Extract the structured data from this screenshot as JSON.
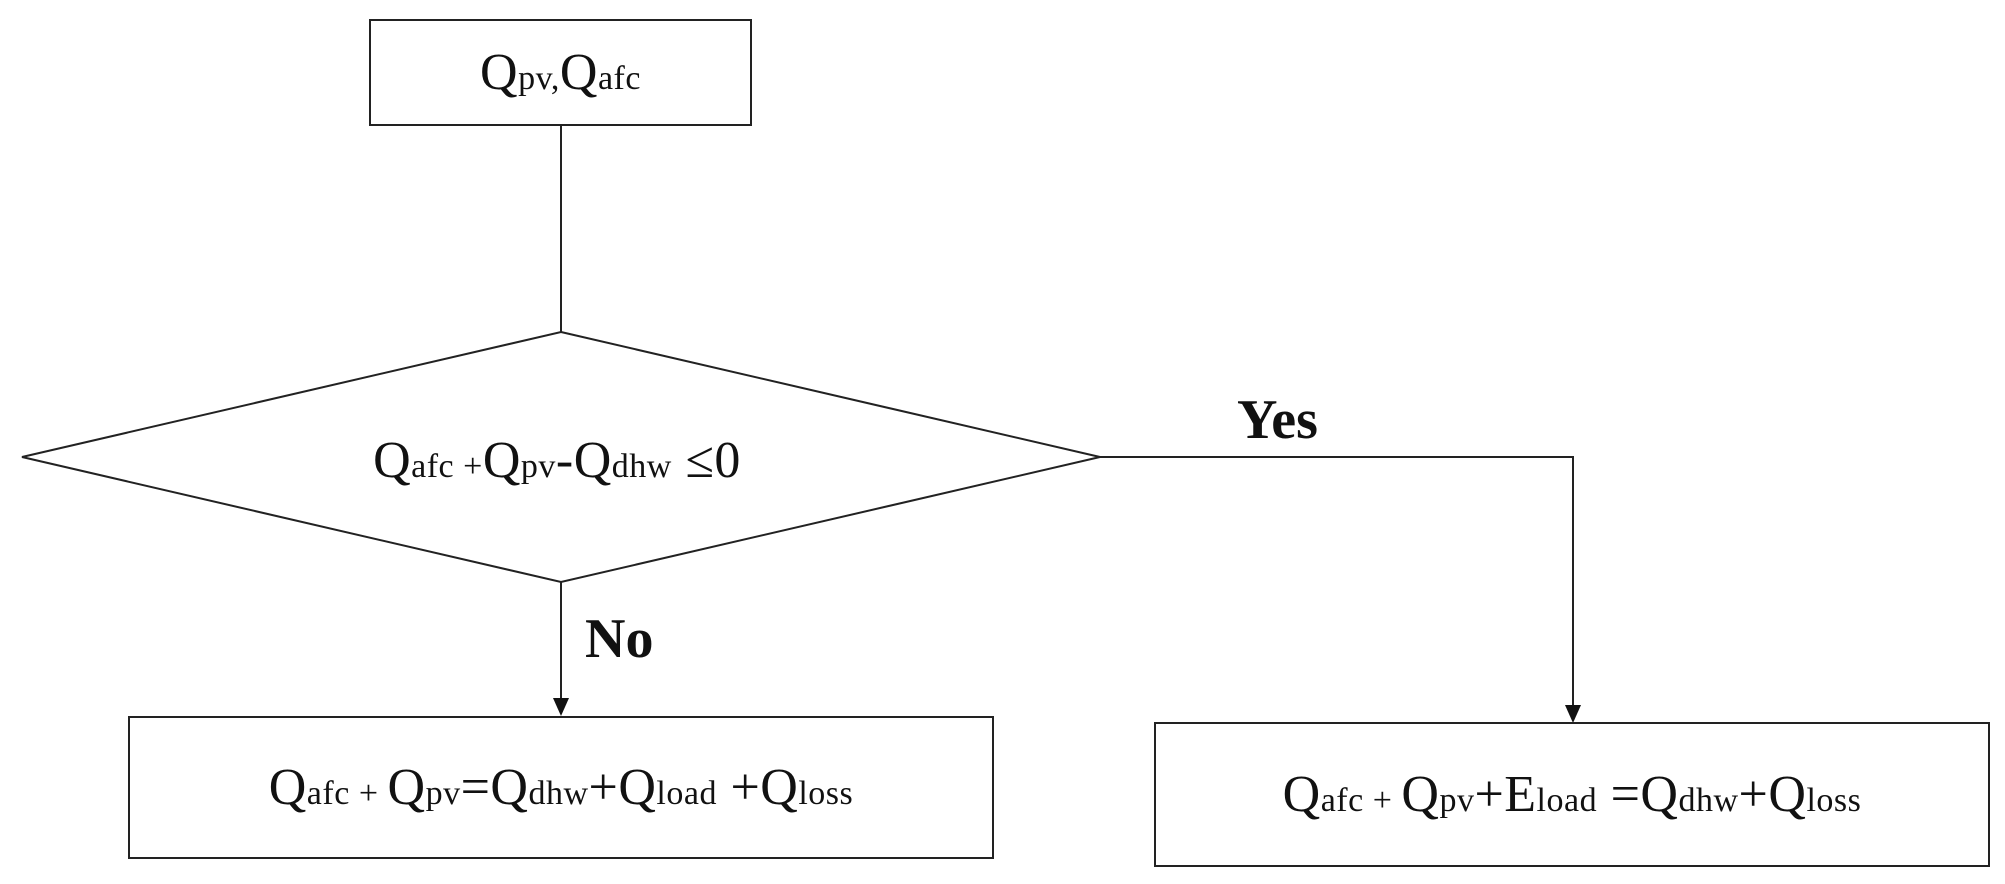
{
  "start_box": {
    "q1": "Q",
    "s1": "pv,",
    "q2": "Q",
    "s2": "afc"
  },
  "decision": {
    "q1": "Q",
    "s1": "afc",
    "op1": " +",
    "q2": "Q",
    "s2": "pv",
    "op2": "-",
    "q3": "Q",
    "s3": "dhw",
    "rel": " ≤0"
  },
  "yes_label": "Yes",
  "no_label": "No",
  "no_box": {
    "q1": "Q",
    "s1": "afc",
    "op1": " + ",
    "q2": "Q",
    "s2": "pv",
    "op2": "=",
    "q3": "Q",
    "s3": "dhw",
    "op3": "+",
    "q4": "Q",
    "s4": "load",
    "op4": " +",
    "q5": "Q",
    "s5": "loss"
  },
  "yes_box": {
    "q1": "Q",
    "s1": "afc",
    "op1": " + ",
    "q2": "Q",
    "s2": "pv",
    "op2": "+",
    "q3": "E",
    "s3": "load",
    "op3": " =",
    "q4": "Q",
    "s4": "dhw",
    "op4": "+",
    "q5": "Q",
    "s5": "loss"
  }
}
